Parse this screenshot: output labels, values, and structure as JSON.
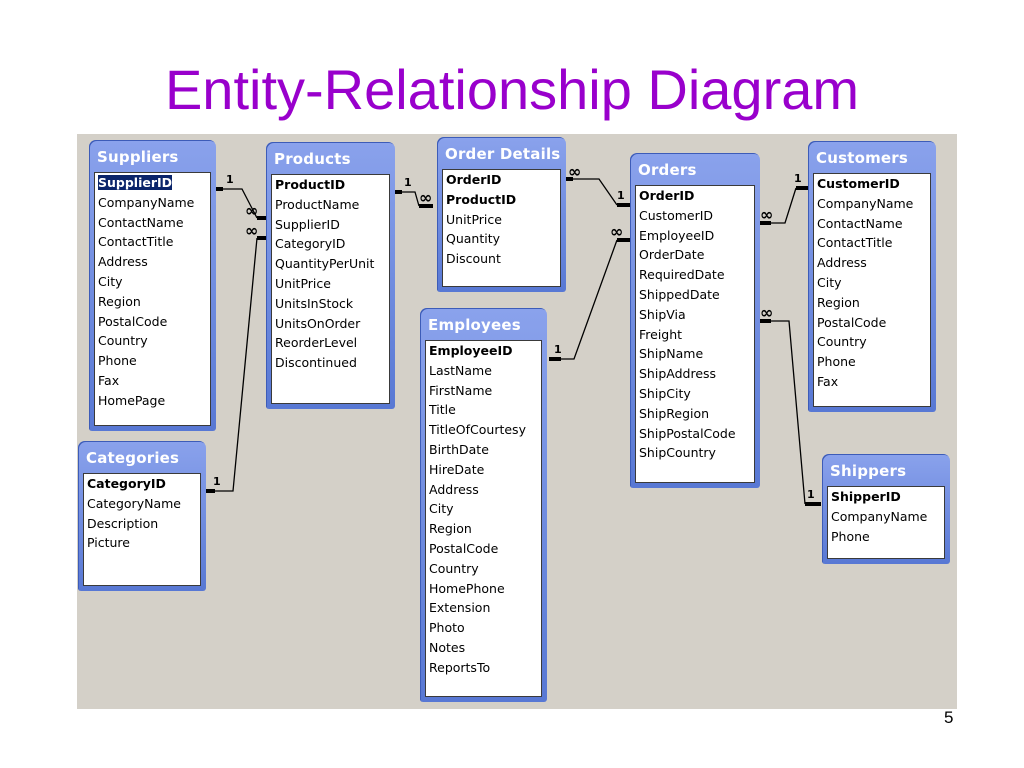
{
  "slide": {
    "title": "Entity-Relationship Diagram",
    "page_number": "5"
  },
  "tables": {
    "suppliers": {
      "title": "Suppliers",
      "fields": [
        "SupplierID",
        "CompanyName",
        "ContactName",
        "ContactTitle",
        "Address",
        "City",
        "Region",
        "PostalCode",
        "Country",
        "Phone",
        "Fax",
        "HomePage"
      ]
    },
    "products": {
      "title": "Products",
      "fields": [
        "ProductID",
        "ProductName",
        "SupplierID",
        "CategoryID",
        "QuantityPerUnit",
        "UnitPrice",
        "UnitsInStock",
        "UnitsOnOrder",
        "ReorderLevel",
        "Discontinued"
      ]
    },
    "order_details": {
      "title": "Order Details",
      "fields": [
        "OrderID",
        "ProductID",
        "UnitPrice",
        "Quantity",
        "Discount"
      ]
    },
    "orders": {
      "title": "Orders",
      "fields": [
        "OrderID",
        "CustomerID",
        "EmployeeID",
        "OrderDate",
        "RequiredDate",
        "ShippedDate",
        "ShipVia",
        "Freight",
        "ShipName",
        "ShipAddress",
        "ShipCity",
        "ShipRegion",
        "ShipPostalCode",
        "ShipCountry"
      ]
    },
    "customers": {
      "title": "Customers",
      "fields": [
        "CustomerID",
        "CompanyName",
        "ContactName",
        "ContactTitle",
        "Address",
        "City",
        "Region",
        "PostalCode",
        "Country",
        "Phone",
        "Fax"
      ]
    },
    "categories": {
      "title": "Categories",
      "fields": [
        "CategoryID",
        "CategoryName",
        "Description",
        "Picture"
      ]
    },
    "employees": {
      "title": "Employees",
      "fields": [
        "EmployeeID",
        "LastName",
        "FirstName",
        "Title",
        "TitleOfCourtesy",
        "BirthDate",
        "HireDate",
        "Address",
        "City",
        "Region",
        "PostalCode",
        "Country",
        "HomePhone",
        "Extension",
        "Photo",
        "Notes",
        "ReportsTo"
      ]
    },
    "shippers": {
      "title": "Shippers",
      "fields": [
        "ShipperID",
        "CompanyName",
        "Phone"
      ]
    }
  },
  "markers": {
    "one": "1",
    "many": "∞"
  },
  "colors": {
    "title": "#9900cc",
    "table_header": "#6f8ee0",
    "canvas": "#d4d0c8"
  }
}
